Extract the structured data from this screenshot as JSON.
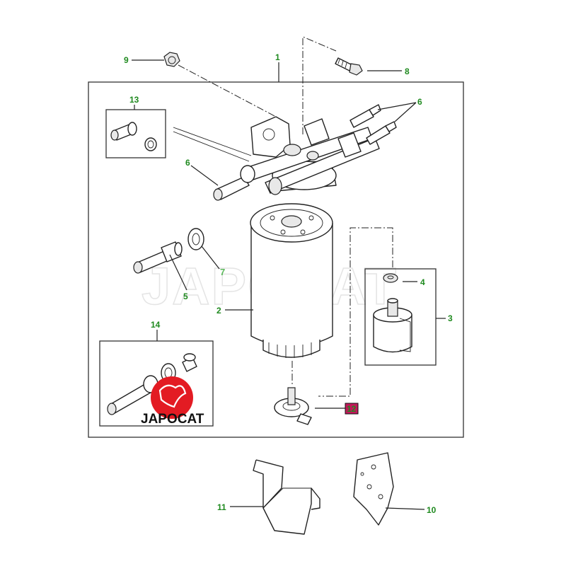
{
  "diagram": {
    "callouts": [
      {
        "id": "1",
        "label": "1"
      },
      {
        "id": "2",
        "label": "2"
      },
      {
        "id": "3",
        "label": "3"
      },
      {
        "id": "4",
        "label": "4"
      },
      {
        "id": "5",
        "label": "5"
      },
      {
        "id": "6a",
        "label": "6"
      },
      {
        "id": "6b",
        "label": "6"
      },
      {
        "id": "7",
        "label": "7"
      },
      {
        "id": "8",
        "label": "8"
      },
      {
        "id": "9",
        "label": "9"
      },
      {
        "id": "10",
        "label": "10"
      },
      {
        "id": "11",
        "label": "11"
      },
      {
        "id": "12",
        "label": "12",
        "highlight_color": "#c2185b"
      },
      {
        "id": "13",
        "label": "13"
      },
      {
        "id": "14",
        "label": "14"
      }
    ],
    "watermark": "JAPOCAT",
    "logo": {
      "text": "JAPOCAT",
      "color": "#e31b23"
    }
  }
}
